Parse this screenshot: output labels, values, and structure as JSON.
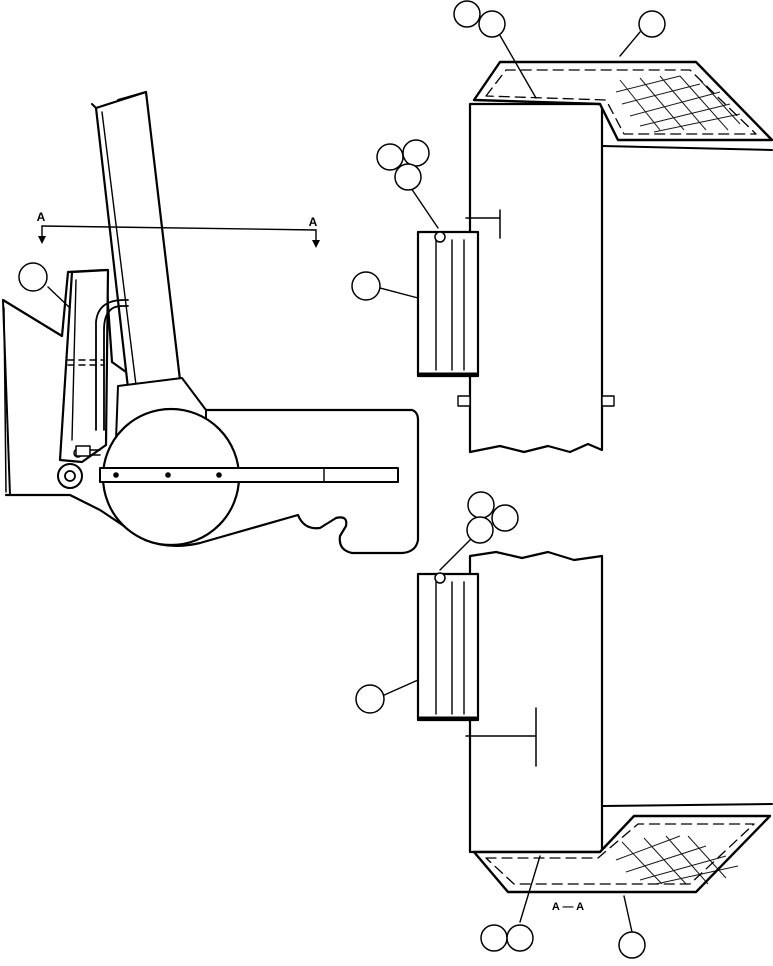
{
  "section_labels": {
    "cut_left": "A",
    "cut_right": "A",
    "view": "A — A"
  },
  "callouts": {
    "count": 15,
    "text": ""
  },
  "colors": {
    "ink": "#000000",
    "paper": "#ffffff"
  }
}
